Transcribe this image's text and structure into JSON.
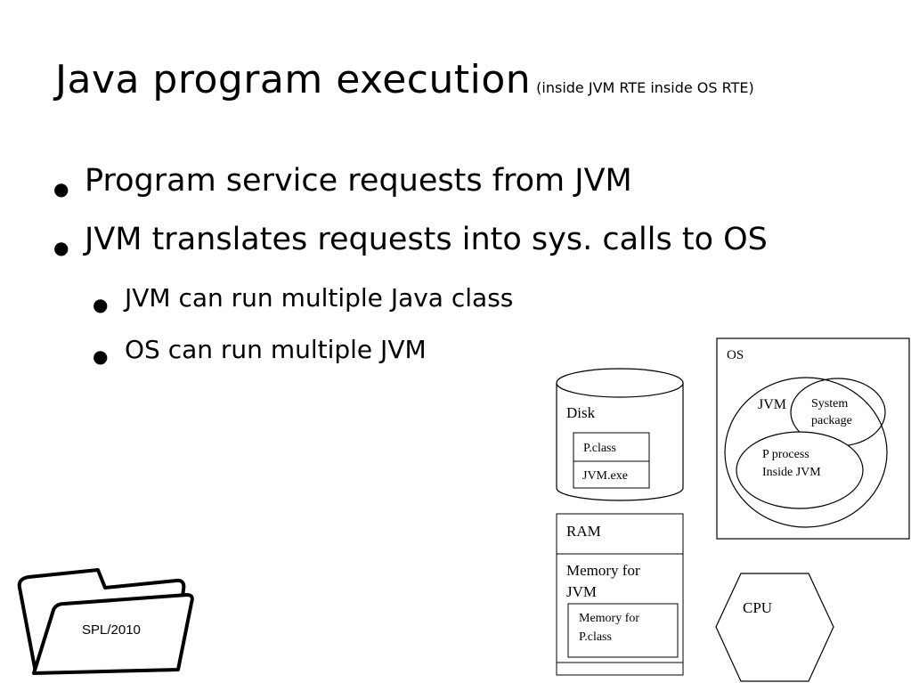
{
  "slide": {
    "title": "Java program execution",
    "subtitle": "(inside JVM RTE inside OS RTE)",
    "bullets": [
      "Program service requests from JVM",
      "JVM translates requests into sys. calls to OS"
    ],
    "sub_bullets": [
      "JVM can run multiple Java class",
      "OS can run multiple JVM"
    ],
    "footer_label": "SPL/2010"
  },
  "diagram": {
    "disk": {
      "label": "Disk",
      "items": [
        "P.class",
        "JVM.exe"
      ]
    },
    "ram": {
      "label": "RAM",
      "jvm_memory": "Memory for\nJVM",
      "pclass_memory": "Memory for\nP.class"
    },
    "os": {
      "label": "OS",
      "jvm": "JVM",
      "system_package": "System\npackage",
      "process": "P process\nInside JVM"
    },
    "cpu": {
      "label": "CPU"
    }
  }
}
